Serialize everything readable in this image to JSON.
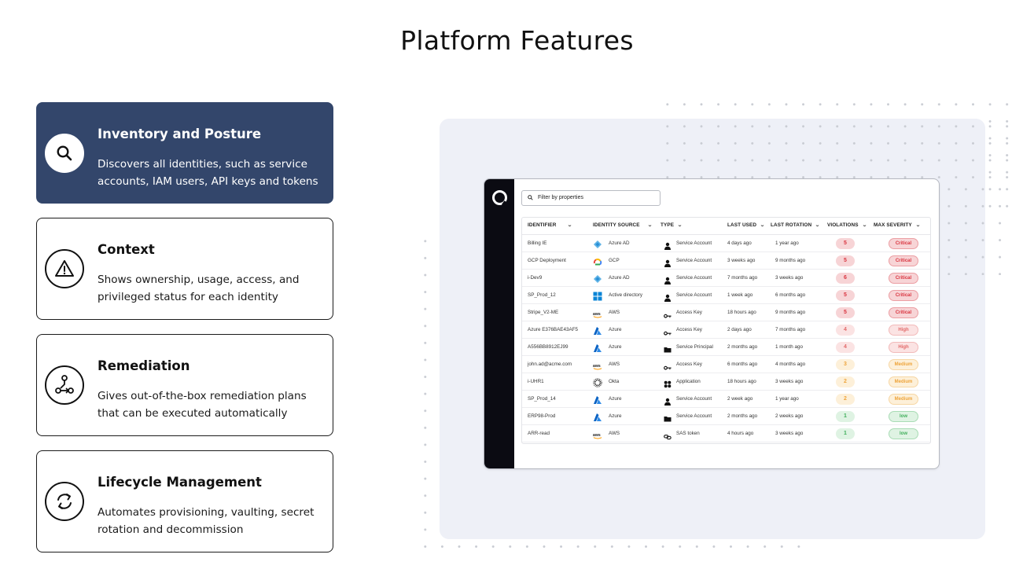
{
  "page": {
    "title": "Platform Features"
  },
  "features": [
    {
      "title": "Inventory and Posture",
      "desc": "Discovers all identities, such as service accounts, IAM users, API keys and tokens",
      "icon": "search-icon",
      "active": true
    },
    {
      "title": "Context",
      "desc": "Shows ownership, usage, access, and privileged status for each identity",
      "icon": "warning-icon",
      "active": false
    },
    {
      "title": "Remediation",
      "desc": "Gives out-of-the-box remediation plans that can be executed automatically",
      "icon": "workflow-icon",
      "active": false
    },
    {
      "title": "Lifecycle Management",
      "desc": "Automates provisioning, vaulting, secret rotation and decommission",
      "icon": "refresh-icon",
      "active": false
    }
  ],
  "mockup": {
    "filter_placeholder": "Filter by properties",
    "columns": [
      "IDENTIFIER",
      "IDENTITY SOURCE",
      "TYPE",
      "LAST USED",
      "LAST ROTATION",
      "VIOLATIONS",
      "MAX SEVERITY"
    ],
    "rows": [
      {
        "identifier": "Billing IE",
        "source": "Azure AD",
        "source_icon": "azure-ad-icon",
        "type": "Service Account",
        "type_icon": "user-icon",
        "last_used": "4 days ago",
        "last_rotation": "1 year ago",
        "violations": "5",
        "severity": "Critical"
      },
      {
        "identifier": "GCP Deployment",
        "source": "GCP",
        "source_icon": "gcp-icon",
        "type": "Service Account",
        "type_icon": "user-icon",
        "last_used": "3 weeks ago",
        "last_rotation": "9 months ago",
        "violations": "5",
        "severity": "Critical"
      },
      {
        "identifier": "i-Dev9",
        "source": "Azure AD",
        "source_icon": "azure-ad-icon",
        "type": "Service Account",
        "type_icon": "user-icon",
        "last_used": "7 months ago",
        "last_rotation": "3 weeks ago",
        "violations": "6",
        "severity": "Critical"
      },
      {
        "identifier": "SP_Prod_12",
        "source": "Active directory",
        "source_icon": "windows-icon",
        "type": "Service Account",
        "type_icon": "user-icon",
        "last_used": "1 week ago",
        "last_rotation": "6 months ago",
        "violations": "5",
        "severity": "Critical"
      },
      {
        "identifier": "Stripe_V2-ME",
        "source": "AWS",
        "source_icon": "aws-icon",
        "type": "Access Key",
        "type_icon": "key-icon",
        "last_used": "18 hours ago",
        "last_rotation": "9 months ago",
        "violations": "5",
        "severity": "Critical"
      },
      {
        "identifier": "Azure E376BAE43AF5",
        "source": "Azure",
        "source_icon": "azure-icon",
        "type": "Access Key",
        "type_icon": "key-icon",
        "last_used": "2 days ago",
        "last_rotation": "7 months ago",
        "violations": "4",
        "severity": "High"
      },
      {
        "identifier": "A556BB8912EJ99",
        "source": "Azure",
        "source_icon": "azure-icon",
        "type": "Service Principal",
        "type_icon": "folder-icon",
        "last_used": "2 months ago",
        "last_rotation": "1 month ago",
        "violations": "4",
        "severity": "High"
      },
      {
        "identifier": "john.ad@acme.com",
        "source": "AWS",
        "source_icon": "aws-icon",
        "type": "Access Key",
        "type_icon": "key-icon",
        "last_used": "6 months ago",
        "last_rotation": "4 months ago",
        "violations": "3",
        "severity": "Medium"
      },
      {
        "identifier": "i-UHR1",
        "source": "Okta",
        "source_icon": "okta-icon",
        "type": "Application",
        "type_icon": "apps-icon",
        "last_used": "18 hours ago",
        "last_rotation": "3 weeks ago",
        "violations": "2",
        "severity": "Medium"
      },
      {
        "identifier": "SP_Prod_14",
        "source": "Azure",
        "source_icon": "azure-icon",
        "type": "Service Account",
        "type_icon": "user-icon",
        "last_used": "2 week ago",
        "last_rotation": "1 year ago",
        "violations": "2",
        "severity": "Medium"
      },
      {
        "identifier": "ERP98-Prod",
        "source": "Azure",
        "source_icon": "azure-icon",
        "type": "Service Account",
        "type_icon": "folder-icon",
        "last_used": "2 months ago",
        "last_rotation": "2 weeks ago",
        "violations": "1",
        "severity": "low"
      },
      {
        "identifier": "ARR-read",
        "source": "AWS",
        "source_icon": "aws-icon",
        "type": "SAS token",
        "type_icon": "link-icon",
        "last_used": "4 hours ago",
        "last_rotation": "3 weeks ago",
        "violations": "1",
        "severity": "low"
      }
    ]
  },
  "colors": {
    "active_card": "#33466b",
    "critical_bg": "#f7d4d6",
    "critical_fg": "#d9343f",
    "high_bg": "#fbe3e3",
    "high_fg": "#e26a6a",
    "medium_bg": "#fdf0d9",
    "medium_fg": "#eea43b",
    "low_bg": "#dff3e3",
    "low_fg": "#3fae5a"
  }
}
